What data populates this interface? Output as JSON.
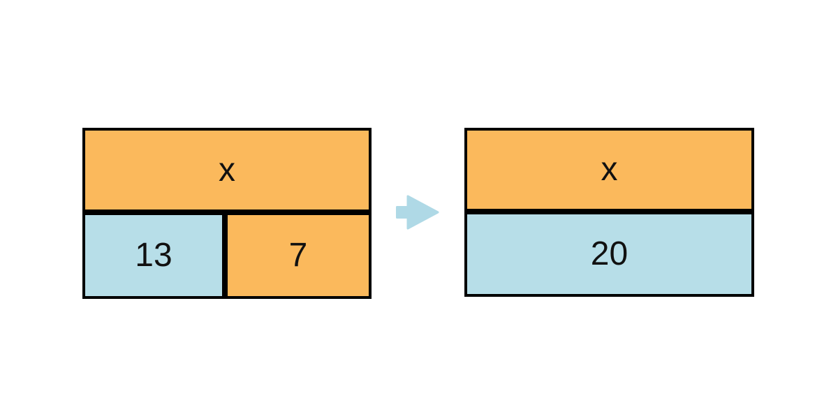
{
  "colors": {
    "background": "#FFFFFF",
    "orange_fill": "#FBB95C",
    "blue_fill": "#B7DEE8",
    "arrow_fill": "#AFD9E6",
    "border": "#000000",
    "text": "#111111"
  },
  "left_diagram": {
    "top_label": "x",
    "bottom_left_label": "13",
    "bottom_right_label": "7"
  },
  "arrow_icon": "right-arrow",
  "right_diagram": {
    "top_label": "x",
    "bottom_label": "20"
  }
}
